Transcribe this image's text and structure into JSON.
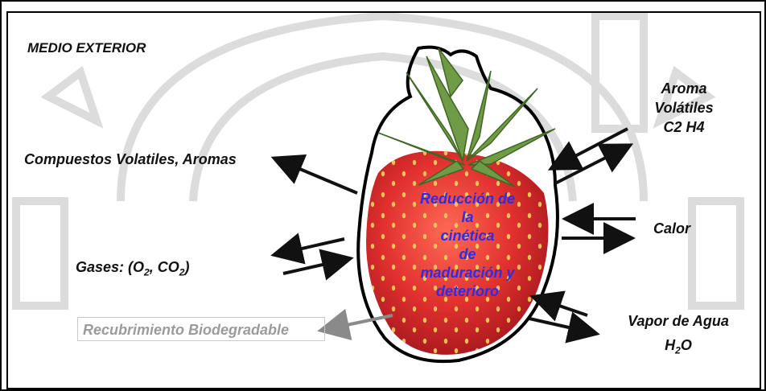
{
  "environment_label": "MEDIO EXTERIOR",
  "outputs": {
    "volatiles_left": "Compuestos Volatiles, Aromas",
    "gases_prefix": "Gases: (O",
    "gases_sub1": "2",
    "gases_mid": ", CO",
    "gases_sub2": "2",
    "gases_suffix": ")",
    "coating": "Recubrimiento Biodegradable",
    "aroma_line1": "Aroma",
    "aroma_line2": "Volátiles",
    "aroma_line3": "C2 H4",
    "heat": "Calor",
    "vapor_line1": "Vapor de Agua",
    "vapor_h": "H",
    "vapor_sub": "2",
    "vapor_o": "O"
  },
  "center_text": [
    "Reducción de",
    "la",
    "cinética",
    "de",
    "maduración y",
    "deterioro"
  ],
  "colors": {
    "center_text": "#2d2de6",
    "coating_text": "#9b9b9b",
    "fruit_red": "#d8262c",
    "leaf_green": "#5c8a3a",
    "watermark": "#d9d9d9"
  }
}
